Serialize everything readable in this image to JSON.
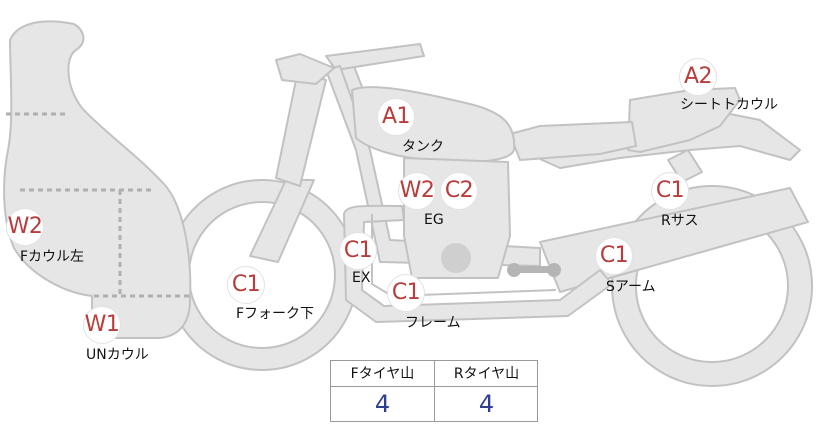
{
  "diagram": {
    "parts": [
      {
        "id": "tank",
        "code": "A1",
        "label": "タンク"
      },
      {
        "id": "seat-cowl",
        "code": "A2",
        "label": "シートトカウル"
      },
      {
        "id": "engine",
        "code": "W2C2",
        "label": "EG"
      },
      {
        "id": "r-sus",
        "code": "C1",
        "label": "Rサス"
      },
      {
        "id": "s-arm",
        "code": "C1",
        "label": "Sアーム"
      },
      {
        "id": "exhaust",
        "code": "C1",
        "label": "EX"
      },
      {
        "id": "frame",
        "code": "C1",
        "label": "フレーム"
      },
      {
        "id": "f-fork",
        "code": "C1",
        "label": "Fフォーク下"
      },
      {
        "id": "f-cowl-l",
        "code": "W2",
        "label": "Fカウル左"
      },
      {
        "id": "under-cowl",
        "code": "W1",
        "label": "UNカウル"
      }
    ],
    "engine_codes": [
      "W2",
      "C2"
    ]
  },
  "tread_table": {
    "front_header": "Fタイヤ山",
    "rear_header": "Rタイヤ山",
    "front_value": "4",
    "rear_value": "4"
  },
  "colors": {
    "badge_text": "#b83c3c",
    "part_fill": "#e6e6e6",
    "part_stroke": "#c2c2c2",
    "value_text": "#2f3f8f"
  }
}
